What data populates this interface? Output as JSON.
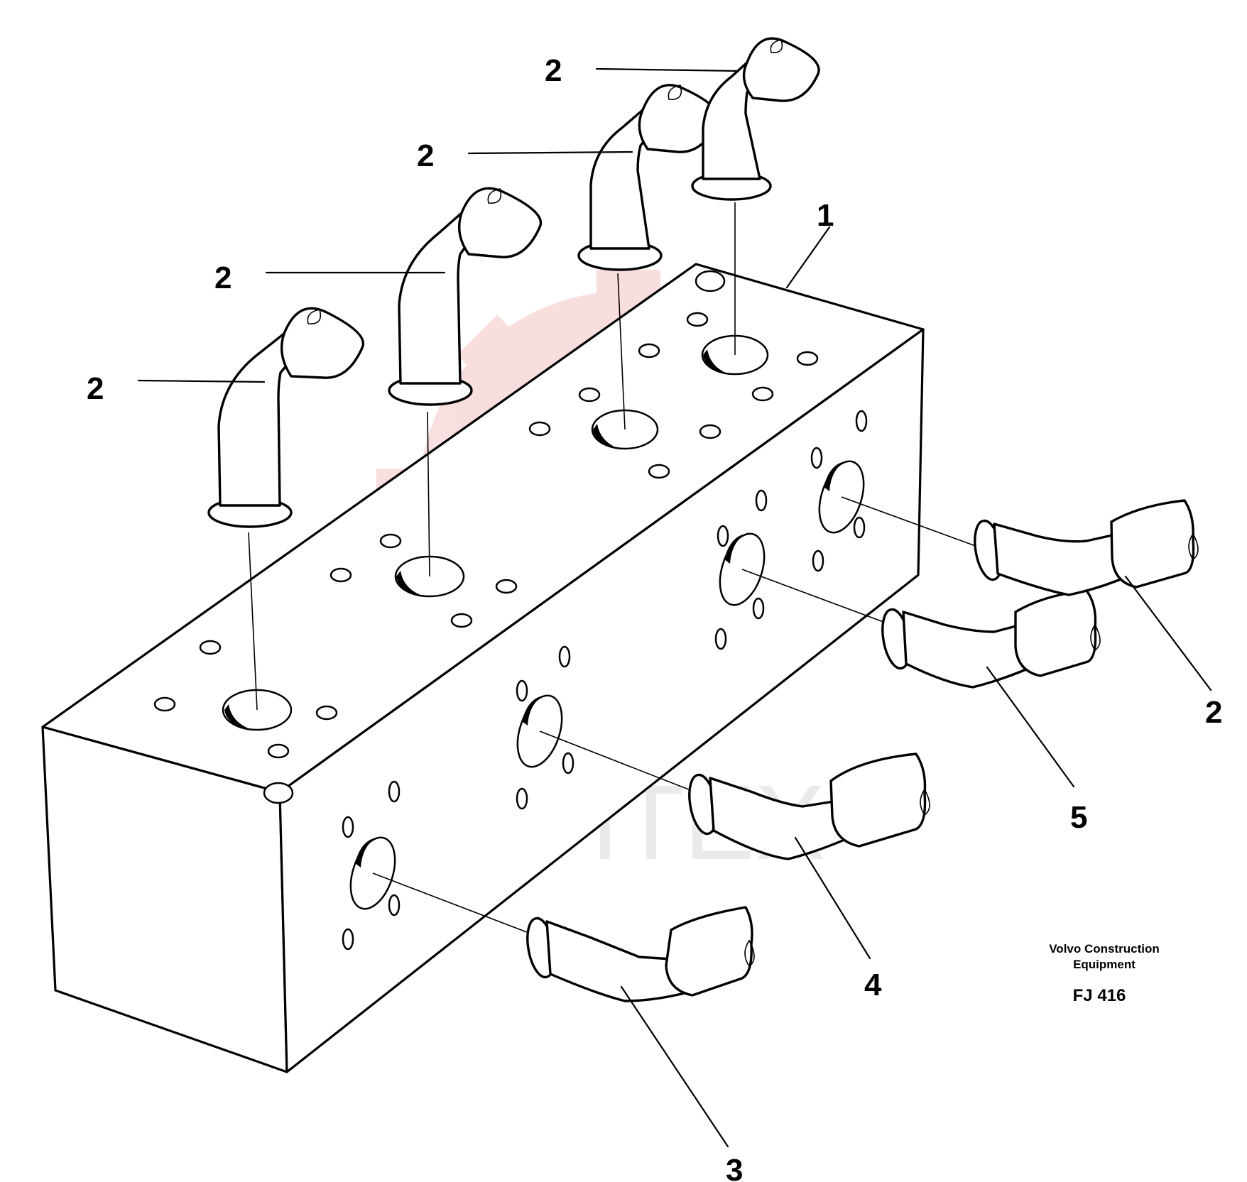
{
  "labels": {
    "part_1": "1",
    "part_2": "2",
    "part_3": "3",
    "part_4": "4",
    "part_5": "5"
  },
  "caption": {
    "line1": "Volvo Construction",
    "line2": "Equipment",
    "code": "FJ 416"
  },
  "watermark": {
    "text": "ИНТЕХ",
    "gear_color": "#f2b8b8"
  }
}
